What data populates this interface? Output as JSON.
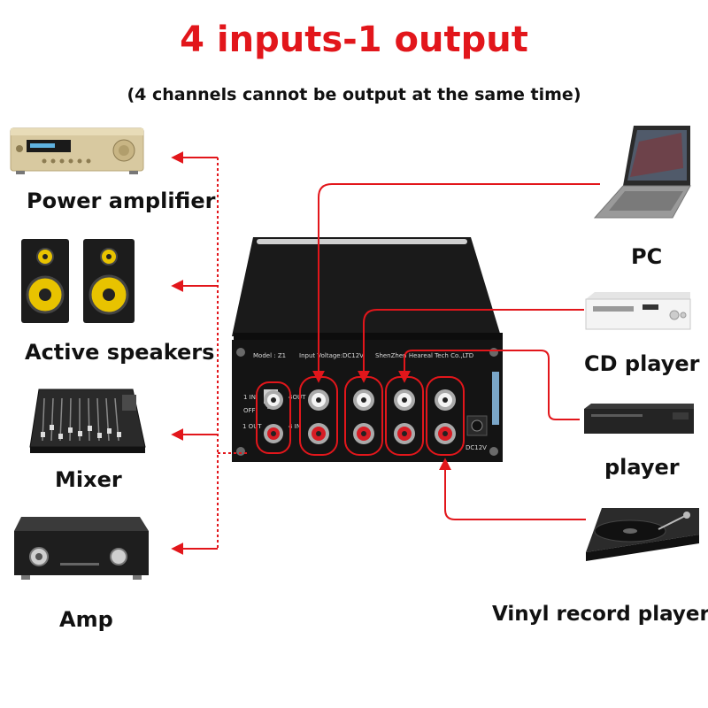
{
  "title": "4 inputs-1 output",
  "subtitle": "(4 channels cannot be output at the same time)",
  "outputs": [
    {
      "label": "Power amplifier"
    },
    {
      "label": "Active speakers"
    },
    {
      "label": "Mixer"
    },
    {
      "label": "Amp"
    }
  ],
  "inputs": [
    {
      "label": "PC"
    },
    {
      "label": "CD player"
    },
    {
      "label": "player"
    },
    {
      "label": "Vinyl record player"
    }
  ],
  "device": {
    "model": "Model : Z1",
    "voltage": "Input Voltage:DC12V",
    "maker": "ShenZhen Heareal Tech Co.,LTD",
    "in1": "1 IN",
    "off": "OFF",
    "out1": "1 OUT",
    "out4": "4OUT",
    "in4": "4 IN",
    "dc": "DC12V"
  },
  "colors": {
    "accent": "#e2161b",
    "device": "#161616"
  }
}
